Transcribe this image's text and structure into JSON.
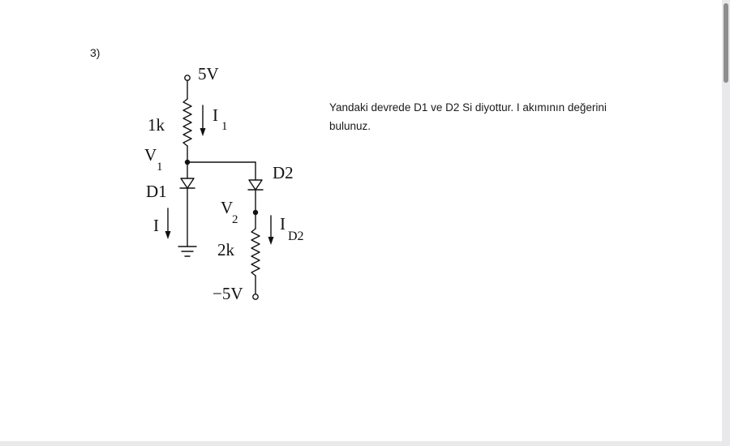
{
  "question": {
    "number": "3)",
    "text": "Yandaki devrede  D1 ve D2 Si diyottur. I akımının değerini bulunuz."
  },
  "circuit": {
    "supply_top": "5V",
    "supply_bottom": "−5V",
    "r1_value": "1k",
    "r2_value": "2k",
    "i1_main": "I",
    "i1_sub": "1",
    "id2_main": "I",
    "id2_sub": "D2",
    "v1_main": "V",
    "v1_sub": "1",
    "v2_main": "V",
    "v2_sub": "2",
    "d1_label": "D1",
    "d2_label": "D2",
    "i_label": "I"
  }
}
